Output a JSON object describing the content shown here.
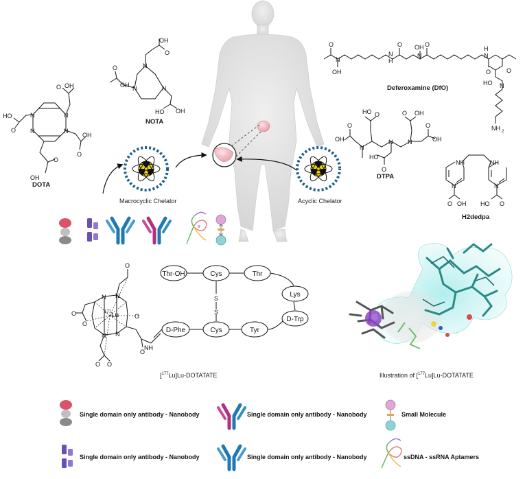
{
  "molecules": {
    "dota": {
      "name": "DOTA",
      "atoms": {
        "n": "N",
        "oh": "OH",
        "ho": "HO",
        "o": "O"
      }
    },
    "nota": {
      "name": "NOTA",
      "atoms": {
        "n": "N",
        "oh": "OH",
        "ho": "HO",
        "o": "O"
      }
    },
    "dfo": {
      "name": "Deferoxamine (DfO)",
      "atoms": {
        "n": "N",
        "oh": "OH",
        "ho": "HO",
        "h": "H",
        "o": "O",
        "nh2": "NH",
        "sub2": "2"
      }
    },
    "dtpa": {
      "name": "DTPA",
      "atoms": {
        "n": "N",
        "oh": "OH",
        "ho": "HO",
        "o": "O"
      }
    },
    "h2dedpa": {
      "name": "H2dedpa",
      "atoms": {
        "n": "N",
        "nh": "NH",
        "oh": "OH",
        "ho": "HO",
        "o": "O"
      }
    }
  },
  "chelators": {
    "macrocyclic": "Macrocyclic Chelator",
    "acyclic": "Acyclic Chelator"
  },
  "dotatate": {
    "label_pre": "[",
    "label_sup": "177",
    "label_post": "Lu]Lu-DOTATATE",
    "metal": "Lu",
    "metal_sup": "177",
    "residues": [
      "Thr-OH",
      "Cys",
      "Thr",
      "Lys",
      "D-Trp",
      "Tyr",
      "Cys",
      "D-Phe"
    ],
    "disulfide": [
      "S",
      "S"
    ],
    "nh": "NH",
    "o": "O",
    "ominus": "O",
    "n": "N"
  },
  "illustration": {
    "label_pre": "Illustration of [",
    "label_sup": "177",
    "label_post": "Lu]Lu-DOTATATE"
  },
  "legend": [
    {
      "icon": "nanobody",
      "text": "Single domain only antibody - Nanobody"
    },
    {
      "icon": "antibody-magenta",
      "text": "Single domain only antibody - Nanobody"
    },
    {
      "icon": "small-molecule",
      "text": "Small Molecule"
    },
    {
      "icon": "fusion-protein",
      "text": "Single domain only antibody - Nanobody"
    },
    {
      "icon": "antibody-blue",
      "text": "Single domain only antibody - Nanobody"
    },
    {
      "icon": "aptamer",
      "text": "ssDNA - ssRNA Aptamers"
    }
  ],
  "colors": {
    "nanobody_head": "#d9536b",
    "nanobody_body": "#8a8a8a",
    "fusion": "#6a4fb5",
    "antibody_blue": "#1f7ab3",
    "antibody_magenta": "#b0327d",
    "small_mol_top": "#e0a6d6",
    "small_mol_bottom": "#8fd3d8",
    "chelator_ring": "#1d5f8c",
    "radiation": "#f2d600",
    "body": "#e2e2e2"
  }
}
